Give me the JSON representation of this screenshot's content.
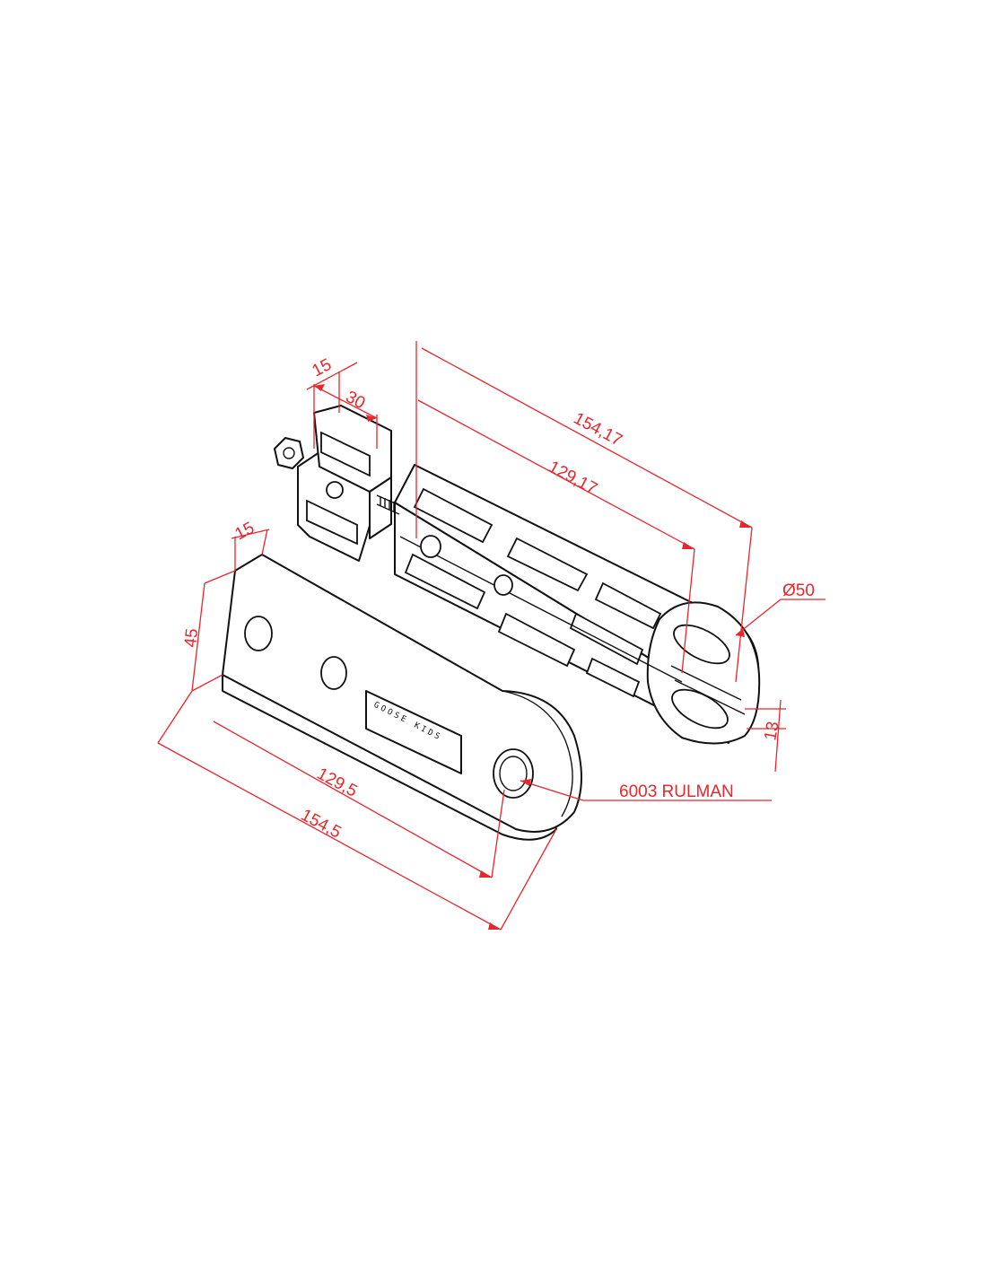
{
  "colors": {
    "line": "#111111",
    "dimension": "#e8262b",
    "background": "#ffffff"
  },
  "dimensions": {
    "block_width": "15",
    "block_length": "30",
    "overall_upper": "154,17",
    "inner_upper": "129,17",
    "eye_diameter": "Ø50",
    "thickness": "13",
    "plate_width_top": "15",
    "plate_height": "45",
    "inner_lower": "129,5",
    "overall_lower": "154,5"
  },
  "callouts": {
    "bearing": "6003 RULMAN"
  },
  "engraving": {
    "plate_text": "GOOSE KIDS"
  }
}
